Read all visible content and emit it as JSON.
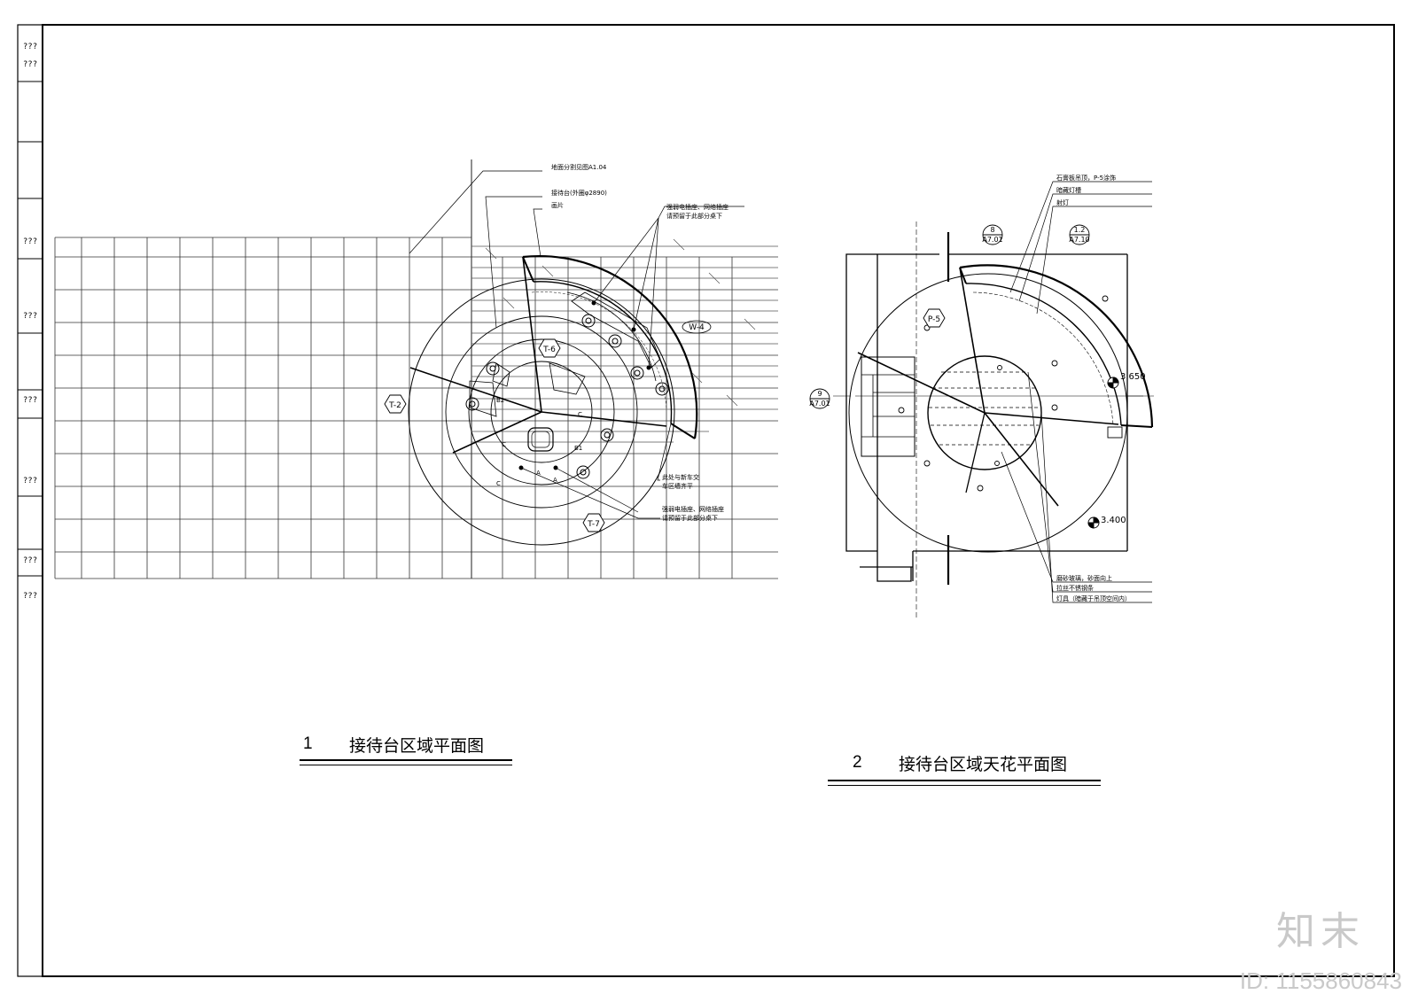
{
  "sidebar": {
    "labels": [
      "???",
      "???",
      "???",
      "???",
      "???",
      "???",
      "???",
      "???"
    ]
  },
  "plan1": {
    "number": "1",
    "title": "接待台区域平面图",
    "notes": {
      "floor_ref": "地面分割见图A1.04",
      "desk": "接待台(外圈φ2890)",
      "painting": "画片",
      "sockets_top_1": "强弱电插座、网络插座",
      "sockets_top_2": "请预留于此部分桌下",
      "align_1": "此处与新车交",
      "align_2": "车区墙齐平",
      "sockets_bot_1": "强弱电插座、网络插座",
      "sockets_bot_2": "请预留于此部分桌下"
    },
    "tags": {
      "t2": "T-2",
      "t6": "T-6",
      "t7": "T-7",
      "w4": "W-4"
    },
    "letters": {
      "b2": "B2",
      "b1": "B1",
      "c1": "C",
      "c2": "C",
      "c3": "C",
      "a1": "A",
      "a2": "A"
    }
  },
  "plan2": {
    "number": "2",
    "title": "接待台区域天花平面图",
    "notes": {
      "gypsum": "石膏板吊顶，P-5涂饰",
      "trough": "暗藏灯槽",
      "spot": "射灯",
      "glass": "磨砂玻璃，砂面向上",
      "steel": "拉丝不锈钢条",
      "lamp": "灯具（暗藏于吊顶空间内）"
    },
    "tags": {
      "p5": "P-5"
    },
    "refs": {
      "r1_top": "8",
      "r1_bot": "A7.01",
      "r2_top": "1.2",
      "r2_bot": "A7.10",
      "r3_top": "9",
      "r3_bot": "A7.01"
    },
    "levels": {
      "l1": "3.650",
      "l2": "3.400"
    }
  },
  "watermark": {
    "brand": "知末",
    "id": "ID: 1155860843"
  }
}
